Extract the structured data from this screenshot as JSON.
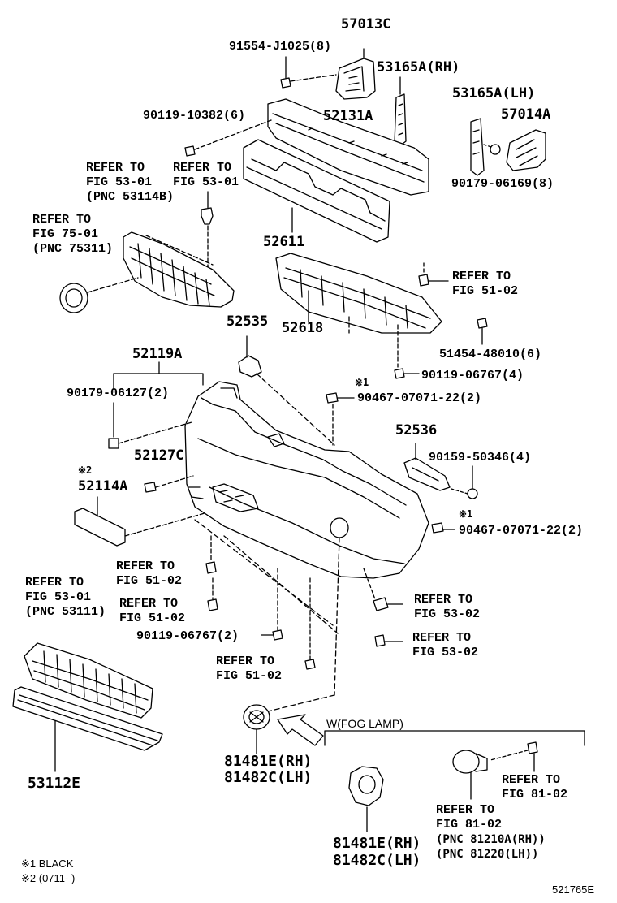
{
  "diagram_id": "521765E",
  "footnotes": {
    "note1": "※1 BLACK",
    "note2": "※2 (0711-      )"
  },
  "labels": {
    "p57013C": "57013C",
    "p91554": "91554-J1025(8)",
    "p53165A_RH": "53165A(RH)",
    "p53165A_LH": "53165A(LH)",
    "p57014A": "57014A",
    "p90119_10382": "90119-10382(6)",
    "p52131A": "52131A",
    "p90179_06169": "90179-06169(8)",
    "p52611": "52611",
    "p52618": "52618",
    "p52535": "52535",
    "p51454": "51454-48010(6)",
    "p90119_06767_4": "90119-06767(4)",
    "p52119A": "52119A",
    "p90179_06127": "90179-06127(2)",
    "p90467_a": "90467-07071-22(2)",
    "mark1_a": "※1",
    "p52536": "52536",
    "p90159": "90159-50346(4)",
    "p52127C": "52127C",
    "mark2": "※2",
    "p52114A": "52114A",
    "mark1_b": "※1",
    "p90467_b": "90467-07071-22(2)",
    "p90119_06767_2": "90119-06767(2)",
    "p53112E": "53112E",
    "p81481E_a": "81481E(RH)",
    "p81482C_a": "81482C(LH)",
    "p81481E_b": "81481E(RH)",
    "p81482C_b": "81482C(LH)",
    "fog_lamp": "W(FOG LAMP)"
  },
  "references": {
    "r1": {
      "l1": "REFER TO",
      "l2": "FIG 53-01",
      "l3": "(PNC 53114B)"
    },
    "r2": {
      "l1": "REFER TO",
      "l2": "FIG 53-01"
    },
    "r3": {
      "l1": "REFER TO",
      "l2": "FIG 75-01",
      "l3": "(PNC 75311)"
    },
    "r4": {
      "l1": "REFER TO",
      "l2": "FIG 51-02"
    },
    "r5": {
      "l1": "REFER TO",
      "l2": "FIG 51-02"
    },
    "r6": {
      "l1": "REFER TO",
      "l2": "FIG 53-01",
      "l3": "(PNC 53111)"
    },
    "r7": {
      "l1": "REFER TO",
      "l2": "FIG 51-02"
    },
    "r8": {
      "l1": "REFER TO",
      "l2": "FIG 53-02"
    },
    "r9": {
      "l1": "REFER TO",
      "l2": "FIG 53-02"
    },
    "r10": {
      "l1": "REFER TO",
      "l2": "FIG 51-02"
    },
    "r11": {
      "l1": "REFER TO",
      "l2": "FIG 81-02"
    },
    "r12": {
      "l1": "REFER TO",
      "l2": "FIG 81-02",
      "l3": "(PNC 81210A(RH))",
      "l4": "(PNC 81220(LH))"
    }
  }
}
